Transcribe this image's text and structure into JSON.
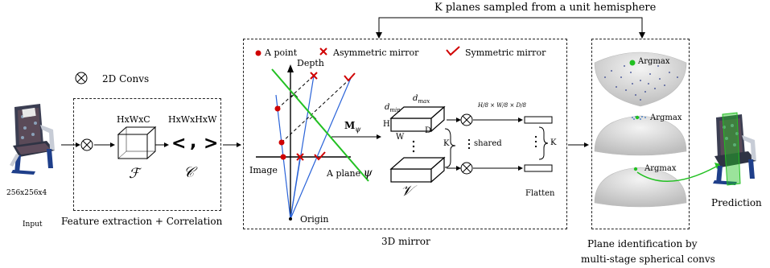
{
  "top_label": "K planes sampled from a unit hemisphere",
  "legend_2d": "2D Convs",
  "input": {
    "size": "256x256x4",
    "caption": "Input"
  },
  "feature": {
    "caption": "Feature extraction + Correlation",
    "tensor_f_dims": "HxWxC",
    "tensor_c_dims": "HxWxHxW",
    "f_symbol": "ℱ",
    "c_symbol": "𝒞",
    "bracket_open": "<",
    "bracket_comma": ",",
    "bracket_close": ">"
  },
  "mirror": {
    "caption": "3D mirror",
    "legend": [
      {
        "name": "A point",
        "color": "#d00000",
        "marker": "dot"
      },
      {
        "name": "Asymmetric mirror",
        "color": "#d00000",
        "marker": "cross"
      },
      {
        "name": "Symmetric mirror",
        "color": "#d00000",
        "marker": "check"
      }
    ],
    "depth_label": "Depth",
    "image_label": "Image",
    "origin_label": "Origin",
    "plane_label": "A plane",
    "plane_symbol": "ψ",
    "op_label": "M",
    "op_sub": "ψ",
    "dmin": "d",
    "dmin_sub": "min",
    "dmax": "d",
    "dmax_sub": "max",
    "H": "H",
    "W": "W",
    "D": "D",
    "K": "K",
    "V_symbol": "𝒱",
    "shared": "shared",
    "fraction_text": "H/8 × W/8 × D/8",
    "K_right": "K",
    "flatten": "Flatten"
  },
  "plane_id": {
    "caption_line1": "Plane identification by",
    "caption_line2": "multi-stage spherical convs",
    "argmax": [
      "Argmax",
      "Argmax",
      "Argmax"
    ]
  },
  "prediction": {
    "caption": "Prediction"
  },
  "colors": {
    "red": "#d00000",
    "green": "#22c022",
    "blue": "#2a63d8",
    "dark": "#111111"
  }
}
